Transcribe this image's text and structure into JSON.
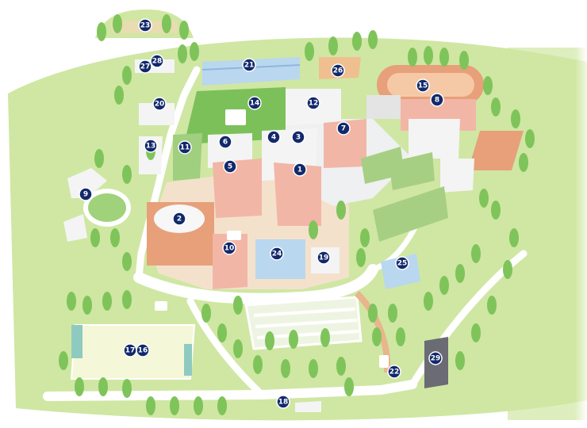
{
  "map": {
    "colors": {
      "ground": "#cfe7a3",
      "ground_light": "#e3f1c4",
      "road": "#ffffff",
      "plaza": "#f4e1cc",
      "tree": "#7fc45a",
      "tree_dark": "#5faa44",
      "building_pink": "#f2b6a6",
      "building_white": "#f4f4f4",
      "building_blue": "#b9d7ef",
      "building_green": "#9fcf7f",
      "field_green": "#7cc05a",
      "track": "#e7a07a",
      "marker": "#12296b"
    },
    "markers": [
      {
        "id": "1",
        "label": "1"
      },
      {
        "id": "2",
        "label": "2"
      },
      {
        "id": "3",
        "label": "3"
      },
      {
        "id": "4",
        "label": "4"
      },
      {
        "id": "5",
        "label": "5"
      },
      {
        "id": "6",
        "label": "6"
      },
      {
        "id": "7",
        "label": "7"
      },
      {
        "id": "8",
        "label": "8"
      },
      {
        "id": "9",
        "label": "9"
      },
      {
        "id": "10",
        "label": "10"
      },
      {
        "id": "11",
        "label": "11"
      },
      {
        "id": "12",
        "label": "12"
      },
      {
        "id": "13",
        "label": "13"
      },
      {
        "id": "14",
        "label": "14"
      },
      {
        "id": "15",
        "label": "15"
      },
      {
        "id": "16",
        "label": "16"
      },
      {
        "id": "17",
        "label": "17"
      },
      {
        "id": "18",
        "label": "18"
      },
      {
        "id": "19",
        "label": "19"
      },
      {
        "id": "20",
        "label": "20"
      },
      {
        "id": "21",
        "label": "21"
      },
      {
        "id": "22",
        "label": "22"
      },
      {
        "id": "23",
        "label": "23"
      },
      {
        "id": "24",
        "label": "24"
      },
      {
        "id": "25",
        "label": "25"
      },
      {
        "id": "26",
        "label": "26"
      },
      {
        "id": "27",
        "label": "27"
      },
      {
        "id": "28",
        "label": "28"
      },
      {
        "id": "29",
        "label": "29"
      }
    ]
  }
}
